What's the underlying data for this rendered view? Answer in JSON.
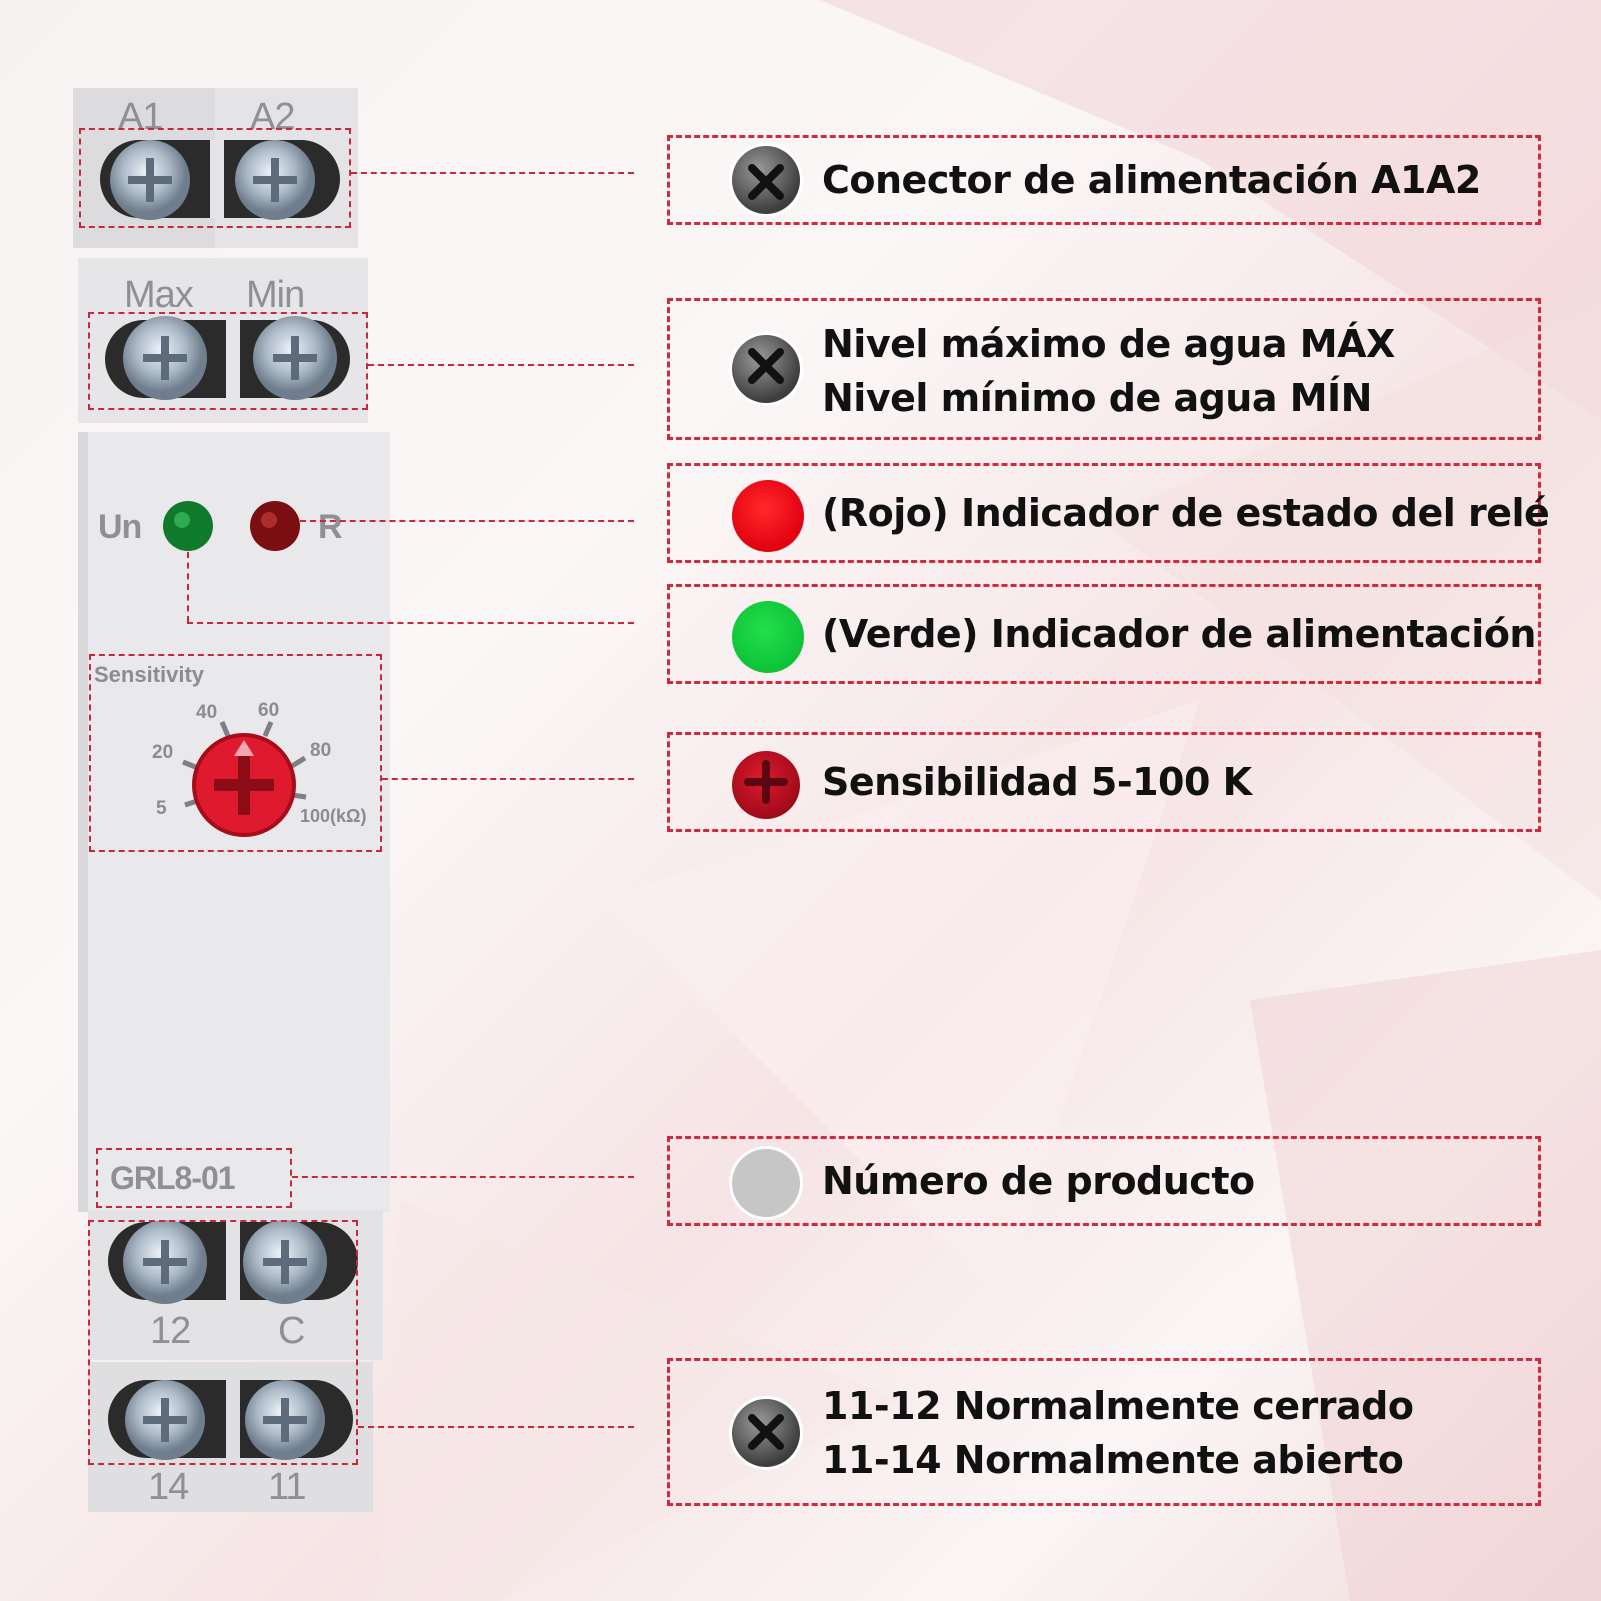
{
  "device": {
    "terminal_top_left": "A1",
    "terminal_top_right": "A2",
    "terminal_mid_left": "Max",
    "terminal_mid_right": "Min",
    "led_left_label": "Un",
    "led_right_label": "R",
    "sensitivity_label": "Sensitivity",
    "dial_ticks": [
      "5",
      "20",
      "40",
      "60",
      "80",
      "100(kΩ)"
    ],
    "model": "GRL8-01",
    "terminal_bottom_upper_left": "12",
    "terminal_bottom_upper_right": "C",
    "terminal_bottom_lower_left": "14",
    "terminal_bottom_lower_right": "11"
  },
  "callouts": [
    {
      "icon": "screw-icon",
      "lines": [
        "Conector de alimentación A1A2"
      ]
    },
    {
      "icon": "screw-icon",
      "lines": [
        "Nivel máximo de agua MÁX",
        "Nivel mínimo de agua MÍN"
      ]
    },
    {
      "icon": "red-led-icon",
      "lines": [
        "(Rojo) Indicador de estado del relé"
      ]
    },
    {
      "icon": "green-led-icon",
      "lines": [
        "(Verde) Indicador de alimentación"
      ]
    },
    {
      "icon": "knob-icon",
      "lines": [
        "Sensibilidad 5-100 K"
      ]
    },
    {
      "icon": "grey-dot-icon",
      "lines": [
        "Número de producto"
      ]
    },
    {
      "icon": "screw-icon",
      "lines": [
        "11-12 Normalmente cerrado",
        "11-14 Normalmente abierto"
      ]
    }
  ],
  "colors": {
    "accent": "#d4283c",
    "red_led": "#e30010",
    "green_led": "#0ec238"
  }
}
